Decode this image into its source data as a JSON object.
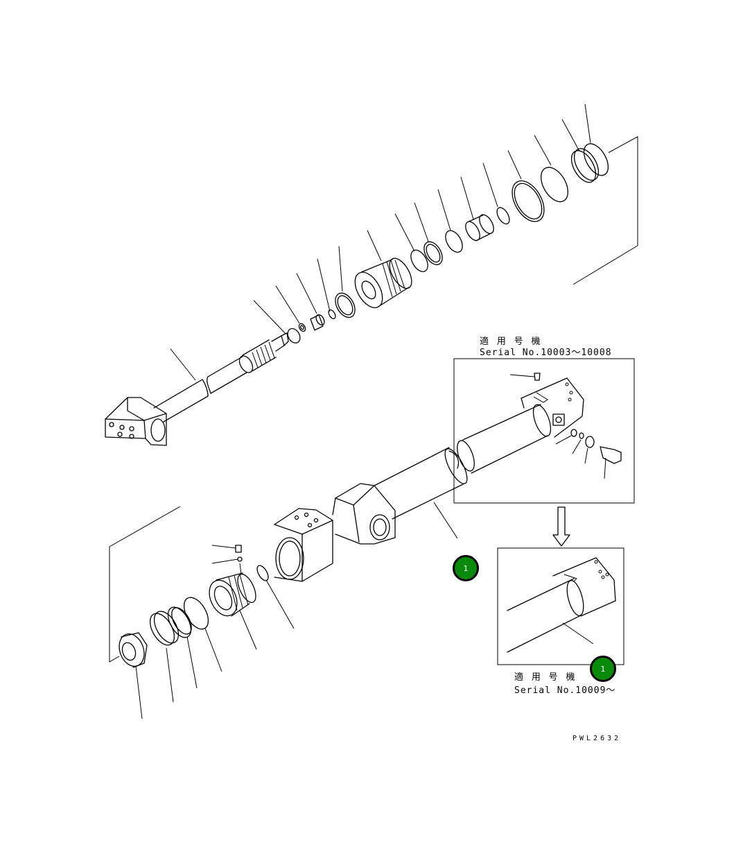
{
  "inset_top": {
    "applicable_label": "適 用 号 機",
    "serial_label": "Serial No.10003～10008"
  },
  "inset_bottom": {
    "applicable_label": "適 用 号 機",
    "serial_label": "Serial No.10009～"
  },
  "callouts": [
    {
      "label": "1"
    },
    {
      "label": "1"
    }
  ],
  "drawing_code": "PWL2632",
  "colors": {
    "line": "#000000",
    "background": "#ffffff",
    "callout_fill": "#0a8a0a"
  }
}
